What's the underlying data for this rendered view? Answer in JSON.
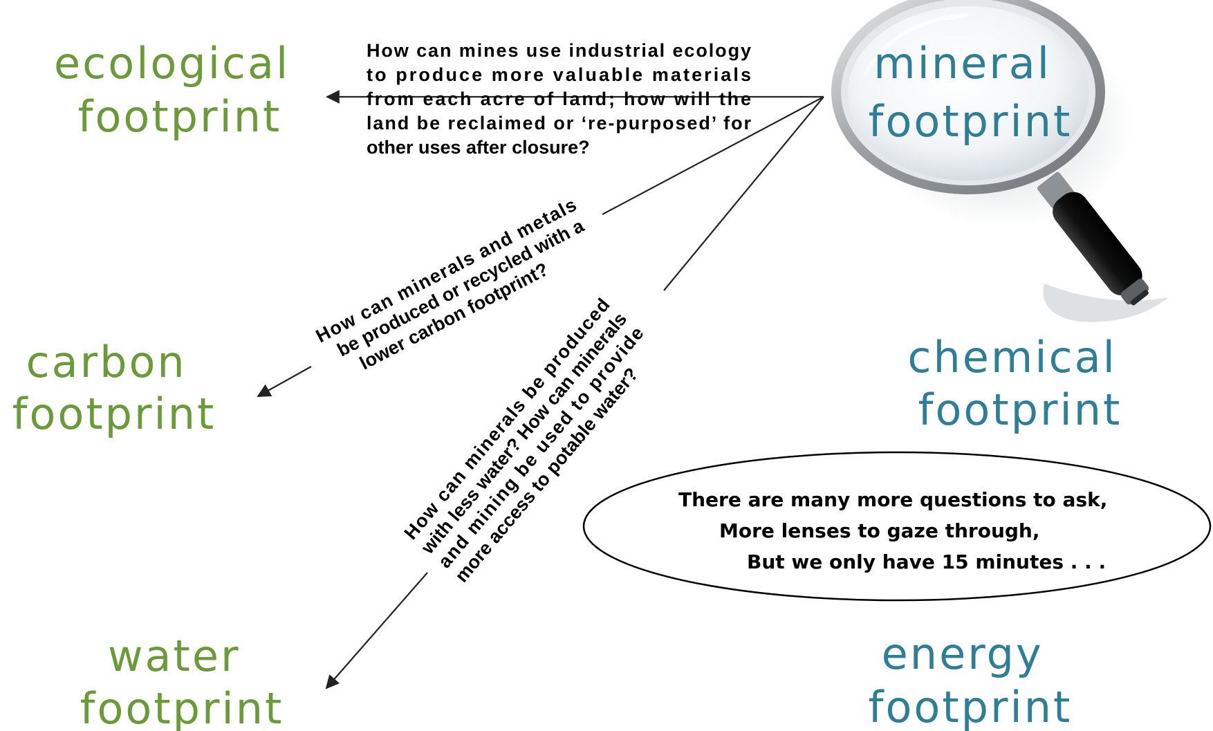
{
  "colors": {
    "green": "#6a9a3a",
    "teal": "#2d7e96",
    "text": "#000000",
    "line": "#222222"
  },
  "footprints": {
    "mineral": [
      "mineral",
      "footprint"
    ],
    "ecological": [
      "ecological",
      "footprint"
    ],
    "carbon": [
      "carbon",
      "footprint"
    ],
    "water": [
      "water",
      "footprint"
    ],
    "chemical": [
      "chemical",
      "footprint"
    ],
    "energy": [
      "energy",
      "footprint"
    ]
  },
  "questions": {
    "ecological": [
      "How can mines use industrial ecology",
      "to produce more valuable materials",
      "from each acre of land; how will the",
      "land be reclaimed or ‘re-purposed’ for",
      "other uses after closure?"
    ],
    "carbon": [
      "How can minerals and metals",
      "be produced or recycled with a",
      "lower carbon footprint?"
    ],
    "water": [
      "How can minerals be produced",
      "with less water? How can minerals",
      "and mining be used to provide",
      "more access to potable water?"
    ]
  },
  "bubble": [
    "There are many more questions to ask,",
    "More lenses to gaze through,",
    "But we only have 15 minutes . . ."
  ],
  "icons": {
    "magnifier": "magnifying-glass-icon"
  }
}
